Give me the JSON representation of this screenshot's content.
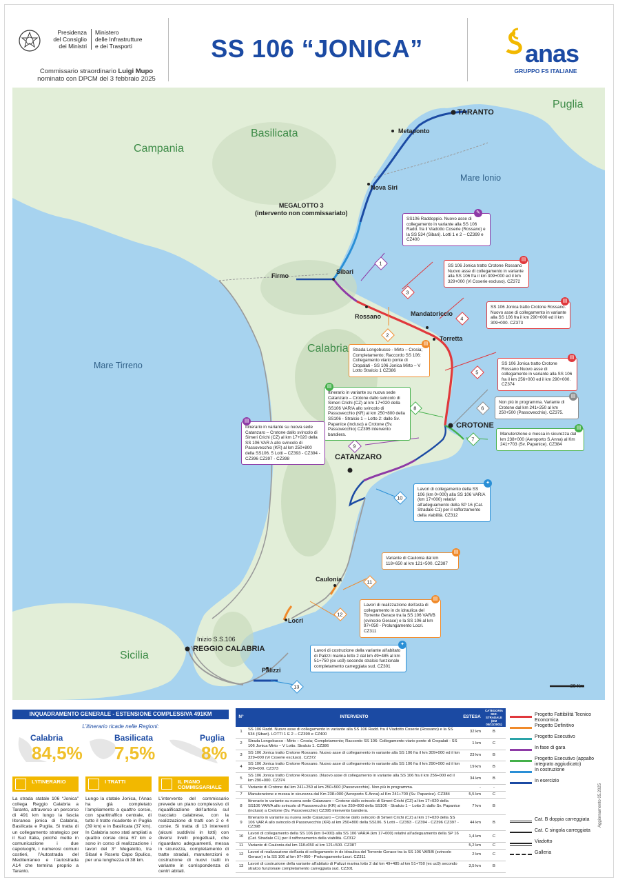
{
  "header": {
    "presidenza": [
      "Presidenza",
      "del Consiglio",
      "dei Ministri"
    ],
    "ministero": [
      "Ministero",
      "delle Infrastrutture",
      "e dei Trasporti"
    ],
    "commissario_line1_prefix": "Commissario straordinario",
    "commissario_name": "Luigi Mupo",
    "commissario_line2": "nominato con DPCM del 3 febbraio 2025",
    "title": "SS 106 “JONICA”",
    "brand": "anas",
    "brand_sub": "GRUPPO FS ITALIANE"
  },
  "map": {
    "regions": [
      "Basilicata",
      "Puglia",
      "Campania",
      "Calabria",
      "Sicilia"
    ],
    "seas": [
      "Mare Ionio",
      "Mare Tirreno"
    ],
    "cities": {
      "taranto": "TARANTO",
      "metaponto": "Metaponto",
      "nova_siri": "Nova Siri",
      "sibari": "Sibari",
      "firmo": "Firmo",
      "rossano": "Rossano",
      "mandatoriccio": "Mandatoriccio",
      "torretta": "Torretta",
      "crotone": "CROTONE",
      "catanzaro": "CATANZARO",
      "caulonia": "Caulonia",
      "locri": "Locri",
      "reggio": "REGGIO CALABRIA",
      "inizio": "Inizio S.S.106",
      "palizzi": "Palizzi"
    },
    "megalotto": [
      "MEGALOTTO 3",
      "(intervento non commissariato)"
    ],
    "scale_label": "20 Km",
    "cards": [
      {
        "n": "1",
        "color": "#8e3aa6",
        "text": "SS106 Raddoppio. Nuovo asse di collegamento in variante alla SS 106 Radd. fra il Viadotto Coserie (Rossano) e la SS 534 (Sibari). Lotti 1 e 2 – CZ399 e CZ400"
      },
      {
        "n": "3",
        "color": "#e0383c",
        "text": "SS 106 Jonica tratto Crotone Rossano Nuovo asse di collegamento in variante alla SS 106 fra il km 309+000 ed il km 329+000 (Vi Coserie escluso). CZ372"
      },
      {
        "n": "4",
        "color": "#e0383c",
        "text": "SS 106 Jonica tratto Crotone Rossano. Nuovo asse di collegamento in variante alla SS 106 fra il km 290+000 ed il km 309+000. CZ373"
      },
      {
        "n": "2",
        "color": "#f08a2a",
        "text": "Strada Longobucco - Mirto – Crosia; Completamento; Raccordo SS 106: Collegamento viario ponte di Cropalati - SS 106 Jonica Mirto – V Lotto Stralcio 1 CZ386"
      },
      {
        "n": "5",
        "color": "#e0383c",
        "text": "SS 106 Jonica tratto Crotone Rossano Nuovo asse di collegamento in variante alla SS 106 fra il km 256+000 ed il km 290+000. CZ374"
      },
      {
        "n": "8",
        "color": "#44b04a",
        "text": "Itinerario in variante su nuova sede Catanzaro – Crotone dallo svincolo di Simeri Crichi (CZ) al km 17+020 della SS106 VAR/A allo svincolo di Passovecchio (KR) al km 250+800 della SS106 - Stralcio 1 – Lotto 2: dallo Sv. Papanice (incluso) a Crotone (Sv. Passovecchio) CZ395 intervento bandiera."
      },
      {
        "n": "6",
        "color": "#8a8a8a",
        "text": "Non più in programma. Variante di Crotone dal km 241+250 al km 250+500 (Passovecchio). CZ375."
      },
      {
        "n": "7",
        "color": "#44b04a",
        "text": "Manutenzione e messa in sicurezza dal km 238+000 (Aeroporto S.Anna) al Km 241+703 (Sv. Papanice). CZ384"
      },
      {
        "n": "9",
        "color": "#8e3aa6",
        "text": "Itinerario in variante su nuova sede Catanzaro – Crotone dallo svincolo di Simeri Crichi (CZ) al km 17+020 della SS 106 VAR A allo svincolo di Passovecchio (KR) al km 250+800 della SS106. 5 Lotti – CZ393 - CZ394 - CZ396 CZ397 - CZ398"
      },
      {
        "n": "10",
        "color": "#2a8fd6",
        "text": "Lavori di collegamento della SS 106 (km 0+000) alla SS 106 VAR/A (km 17+000) relativi all'adeguamento della SP 16 (Cat. Stradale C1) per il rafforzamento della viabilità. CZ312"
      },
      {
        "n": "11",
        "color": "#f08a2a",
        "text": "Variante di Caulonia dal km 118+650 al km 121+500. CZ387"
      },
      {
        "n": "12",
        "color": "#f08a2a",
        "text": "Lavori di realizzazione dell'asta di collegamento in dx idraulica del Torrente Gerace tra la SS 106 VAR/B (svincolo Gerace) e la SS 106 al km 97+050 - Prolungamento Locri. CZ311"
      },
      {
        "n": "13",
        "color": "#2a8fd6",
        "text": "Lavori di costruzione della variante all'abitato di Palizzi marina lotto 2 dal km 49+485 al km 51+750 (ex uc9) secondo stralcio funzionale completamento carreggiata sud. CZ301"
      }
    ]
  },
  "bottom": {
    "inquadramento": "INQUADRAMENTO GENERALE - ESTENSIONE COMPLESSIVA 491KM",
    "itinerario_regioni": "L’itinerario ricade nelle Regioni:",
    "regions": [
      {
        "name": "Calabria",
        "pct": "84,5%"
      },
      {
        "name": "Basilicata",
        "pct": "7,5%"
      },
      {
        "name": "Puglia",
        "pct": "8%"
      }
    ],
    "boxes": [
      "L’ITINERARIO",
      "I TRATTI",
      "IL PIANO COMMISSARIALE"
    ],
    "texts": [
      "La strada statale 106 “Jonica” collega Reggio Calabria a Taranto, attraverso un percorso di 491 km lungo la fascia litoranea jonica di Calabria, Basilicata e Puglia. Si tratta di un collegamento strategico per il Sud Italia, poiché mette in comunicazione i due capoluoghi, i numerosi comuni costieri, l’Autostrada del Mediterraneo e l’autostrada A14 che termina proprio a Taranto.",
      "Lungo la statale Jonica, l’Anas ha già completato l’ampliamento a quattro corsie, con spartitraffico centrale, di tutto il tratto ricadente in Puglia (39 km) e in Basilicata (37 km). In Calabria sono stati ampliati a quattro corsie circa 67 km e sono in corso di realizzazione i lavori del 3° Megalotto, tra Sibari e Roseto Capo Spulico, per una lunghezza di 38 km.",
      "L’intervento del commissario prevede un piano complessivo di riqualificazione dell’arteria sul tracciato calabrese, con la realizzazione di tratti con 2 o 4 corsie. Si tratta di 13 interventi (alcuni suddivisi in lotti) con diversi livelli progettuali, che riguardano adeguamenti, messa in sicurezza, completamento di tratte stradali, manutenzioni e costruzione di nuovi tratti in variante in corrispondenza di centri abitati."
    ],
    "table_headers": [
      "N°",
      "INTERVENTO",
      "ESTESA",
      "CATEGORIA SEZ. STRADALE (DM 05/11/2001)"
    ],
    "rows": [
      {
        "n": "1",
        "t": "SS 106 Radd. Nuovo asse di collegamento in variante alla SS 106 Radd. fra il Viadotto Coserie (Rossano) e la SS 534 (Sibari). LOTTI 1 E 2 – CZ399 e CZ400",
        "e": "32 km",
        "c": "B"
      },
      {
        "n": "2",
        "t": "Strada Longobucco - Mirto – Crosia; Completamento; Raccordo SS 106: Collegamento viario ponte di Cropalati - SS 106 Jonica Mirto – V Lotto. Stralcio 1. CZ386",
        "e": "1 km",
        "c": "C"
      },
      {
        "n": "3",
        "t": "SS 106 Jonica tratto Crotone Rossano. Nuovo asse di collegamento in variante alla SS 106 fra il km 309+000 ed il km 329+000 (Vi Coserie escluso). CZ372",
        "e": "23 km",
        "c": "B"
      },
      {
        "n": "4",
        "t": "SS 106 Jonica tratto Crotone Rossano. Nuovo asse di collegamento in variante alla SS 106 fra il km 290+000 ed il km 309+000. CZ373",
        "e": "19 km",
        "c": "B"
      },
      {
        "n": "5",
        "t": "SS 106 Jonica tratto Crotone Rossano. (Nuovo asse di collegamento in variante alla SS 106 fra il km 256+000 ed il km 290+000. CZ374",
        "e": "34 km",
        "c": "B"
      },
      {
        "n": "6",
        "t": "Variante di Crotone dal km 241+250 al km 250+500 (Passovecchio). Non più in programma.",
        "e": "-",
        "c": "-"
      },
      {
        "n": "7",
        "t": "Manutenzione e messa in sicurezza dal Km 238+000 (Aeroporto S.Anna) al Km 241+700 (Sv. Papanice). CZ384",
        "e": "5,5 km",
        "c": "C"
      },
      {
        "n": "8",
        "t": "Itinerario in variante su nuova sede Catanzaro – Crotone dallo svincolo di Simeri Crichi (CZ) al km 17+020 della SS106 VAR/A allo svincolo di Passovecchio (KR) al km 250+800 della SS106 - Stralcio 1 – Lotto 2: dallo Sv. Papanice (incluso) a Crotone (Sv. Passovecchio) CZ395 intervento bandiera.",
        "e": "7 km",
        "c": "B"
      },
      {
        "n": "9",
        "t": "Itinerario in variante su nuova sede Catanzaro – Crotone dallo svincolo di Simeri Crichi (CZ) al km 17+020 della SS 106 VAR A allo svincolo di Passovecchio (KR) al km 250+800 della SS106. 5 Lotti – CZ393 - CZ394 - CZ396 CZ397 - CZ398",
        "e": "44 km",
        "c": "B"
      },
      {
        "n": "10",
        "t": "Lavori di collegamento della SS 106 (km 0+000) alla SS 106 VAR/A (km 17+000) relativi all'adeguamento della SP 16 (Cat. Stradale C1) per il rafforzamento della viabilità. CZ312",
        "e": "1,4 km",
        "c": "C"
      },
      {
        "n": "11",
        "t": "Variante di Caulonia dal km 118+650 al km 121+500. CZ387",
        "e": "5,2 km",
        "c": "C"
      },
      {
        "n": "12",
        "t": "Lavori di realizzazione dell'asta di collegamento in dx idraulica del Torrente Gerace tra la SS 106 VAR/B (svincolo Gerace) e la SS 106 al km 97+050 - Prolungamento Locri. CZ311",
        "e": "2 km",
        "c": "C"
      },
      {
        "n": "13",
        "t": "Lavori di costruzione della variante all'abitato di Palizzi marina lotto 2 dal km 49+485 al km 51+750 (ex uc9) secondo stralcio funzionale completamento carreggiata sud. CZ301",
        "e": "3,5 km",
        "c": "B"
      }
    ],
    "legend": [
      {
        "label": "Progetto Fattibilità Tecnico Economica",
        "color": "#e0383c"
      },
      {
        "label": "Progetto Definitivo",
        "color": "#f08a2a"
      },
      {
        "label": "Progetto Esecutivo",
        "color": "#2aa3a8"
      },
      {
        "label": "In fase di gara",
        "color": "#8e3aa6"
      },
      {
        "label": "Progetto Esecutivo (appalto integrato aggiudicato)",
        "color": "#44b04a"
      },
      {
        "label": "In costruzione",
        "color": "#2a8fd6"
      },
      {
        "label": "In esercizio",
        "color": "#1b4aa3"
      }
    ],
    "legend2": [
      "Cat. B doppia carreggiata",
      "Cat. C singola carreggiata",
      "Viadotto",
      "Galleria"
    ],
    "update": "Aggiornamento 05.2025"
  }
}
